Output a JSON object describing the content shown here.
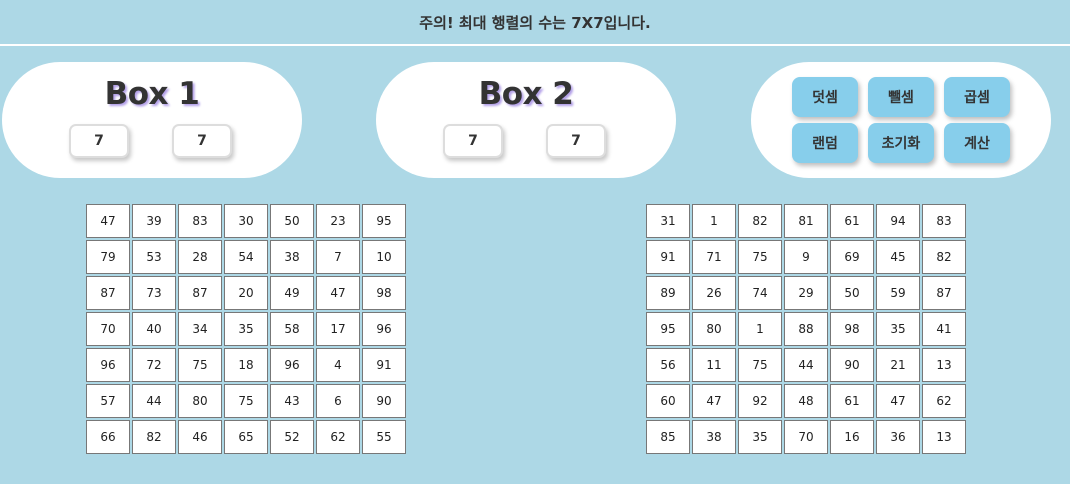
{
  "notice": "주의! 최대 행렬의 수는 7X7입니다.",
  "box1": {
    "title": "Box 1",
    "rows": "7",
    "cols": "7"
  },
  "box2": {
    "title": "Box 2",
    "rows": "7",
    "cols": "7"
  },
  "controls": {
    "add": "덧셈",
    "subtract": "뺄셈",
    "multiply": "곱셈",
    "random": "랜덤",
    "reset": "초기화",
    "calculate": "계산"
  },
  "matrix1": [
    [
      "47",
      "39",
      "83",
      "30",
      "50",
      "23",
      "95"
    ],
    [
      "79",
      "53",
      "28",
      "54",
      "38",
      "7",
      "10"
    ],
    [
      "87",
      "73",
      "87",
      "20",
      "49",
      "47",
      "98"
    ],
    [
      "70",
      "40",
      "34",
      "35",
      "58",
      "17",
      "96"
    ],
    [
      "96",
      "72",
      "75",
      "18",
      "96",
      "4",
      "91"
    ],
    [
      "57",
      "44",
      "80",
      "75",
      "43",
      "6",
      "90"
    ],
    [
      "66",
      "82",
      "46",
      "65",
      "52",
      "62",
      "55"
    ]
  ],
  "matrix2": [
    [
      "31",
      "1",
      "82",
      "81",
      "61",
      "94",
      "83"
    ],
    [
      "91",
      "71",
      "75",
      "9",
      "69",
      "45",
      "82"
    ],
    [
      "89",
      "26",
      "74",
      "29",
      "50",
      "59",
      "87"
    ],
    [
      "95",
      "80",
      "1",
      "88",
      "98",
      "35",
      "41"
    ],
    [
      "56",
      "11",
      "75",
      "44",
      "90",
      "21",
      "13"
    ],
    [
      "60",
      "47",
      "92",
      "48",
      "61",
      "47",
      "62"
    ],
    [
      "85",
      "38",
      "35",
      "70",
      "16",
      "36",
      "13"
    ]
  ],
  "colors": {
    "background": "#add8e6",
    "panel": "#ffffff",
    "button": "#87ceeb",
    "title_shadow": "#b3a0e8"
  }
}
